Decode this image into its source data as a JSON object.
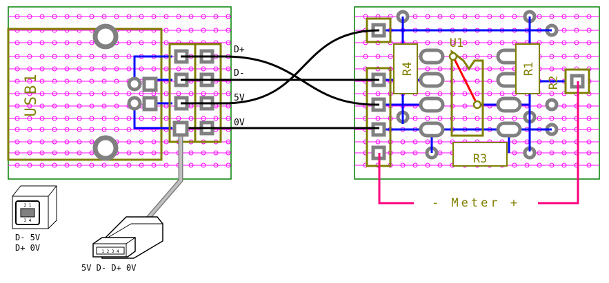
{
  "colors": {
    "board_border": "#008000",
    "pad": "#808080",
    "outline": "#808000",
    "stripe": "#ff00ff",
    "trace": "#0000ff",
    "wire": "#000000",
    "meter_wire": "#ff007f",
    "diag_link": "#ff0000"
  },
  "left_board": {
    "ref": "USB1",
    "wire_labels": [
      "D+",
      "D-",
      "5V",
      "0V"
    ]
  },
  "right_board": {
    "refs": [
      "U1",
      "R4",
      "R1",
      "R2",
      "R3"
    ],
    "meter_label": "- Meter +"
  },
  "legend": {
    "socket_line1": "D- 5V",
    "socket_line2": "D+ 0V",
    "socket_pin_tiny": [
      "2 1",
      "3 4"
    ],
    "plug_pins_tiny": "1 2 3 4",
    "plug_caption": "5V D- D+ 0V"
  }
}
